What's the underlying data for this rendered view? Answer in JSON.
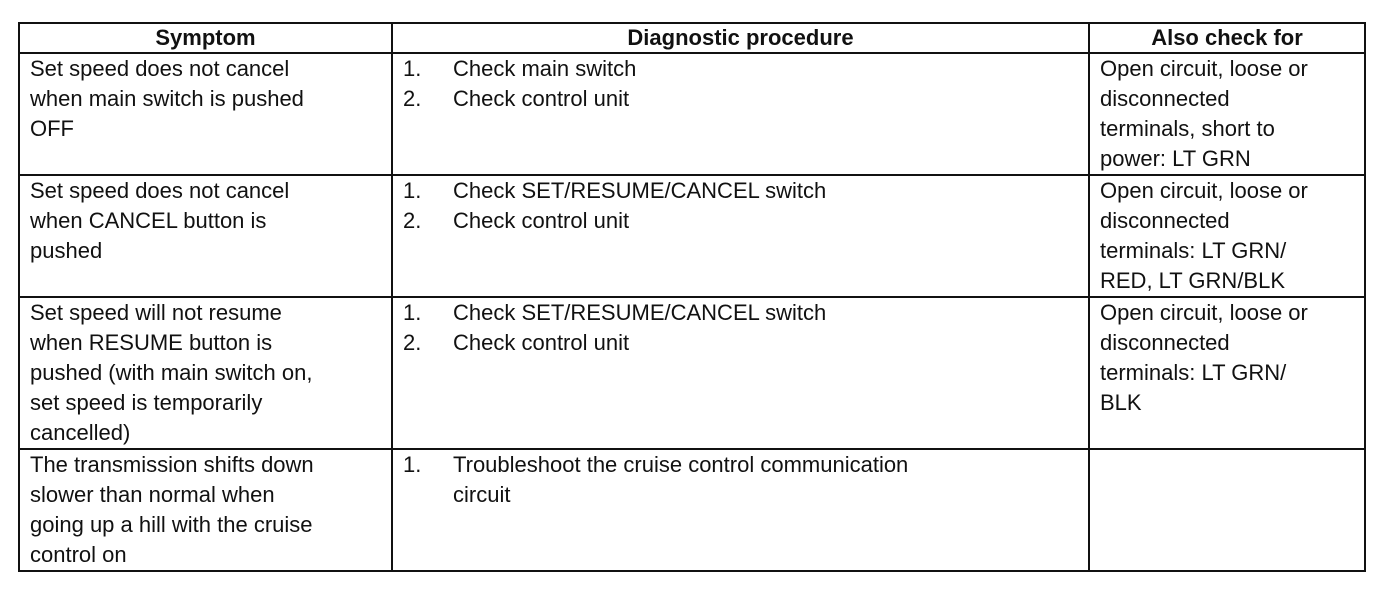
{
  "headers": {
    "symptom": "Symptom",
    "procedure": "Diagnostic procedure",
    "also_check": "Also check for"
  },
  "rows": [
    {
      "symptom": "Set speed does not cancel\nwhen main switch is pushed\nOFF",
      "procedure": [
        {
          "num": "1.",
          "text": "Check main switch"
        },
        {
          "num": "2.",
          "text": "Check control unit"
        }
      ],
      "also_check": "Open circuit, loose or\ndisconnected\nterminals, short to\npower: LT GRN"
    },
    {
      "symptom": "Set speed does not cancel\nwhen CANCEL button is\npushed",
      "procedure": [
        {
          "num": "1.",
          "text": "Check SET/RESUME/CANCEL switch"
        },
        {
          "num": "2.",
          "text": "Check control unit"
        }
      ],
      "also_check": "Open circuit, loose or\ndisconnected\nterminals: LT GRN/\nRED, LT GRN/BLK"
    },
    {
      "symptom": "Set speed will not resume\nwhen RESUME button is\npushed (with main switch on,\nset speed is temporarily\ncancelled)",
      "procedure": [
        {
          "num": "1.",
          "text": "Check SET/RESUME/CANCEL switch"
        },
        {
          "num": "2.",
          "text": "Check control unit"
        }
      ],
      "also_check": "Open circuit, loose or\ndisconnected\nterminals: LT GRN/\nBLK"
    },
    {
      "symptom": "The transmission shifts down\nslower than normal when\ngoing up a hill with the cruise\ncontrol on",
      "procedure": [
        {
          "num": "1.",
          "text": "Troubleshoot the cruise control communication\ncircuit"
        }
      ],
      "also_check": ""
    }
  ]
}
